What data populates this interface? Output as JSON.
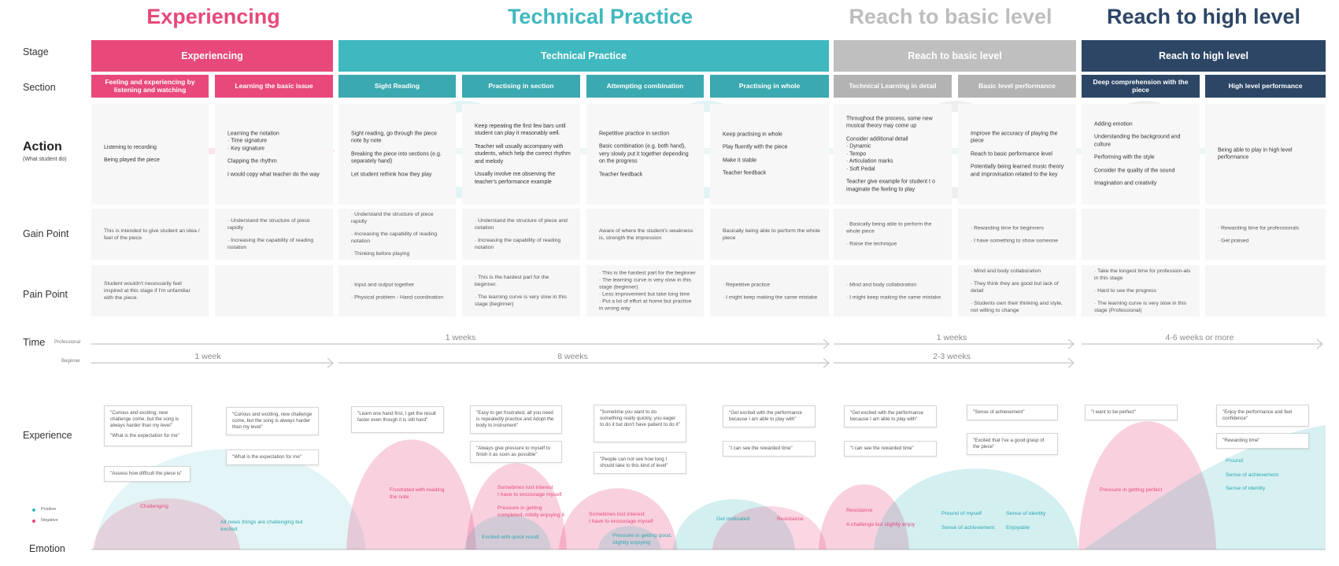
{
  "colors": {
    "experiencing": "#e8497a",
    "technical": "#3fb8bf",
    "basic": "#bfbfbf",
    "high": "#2d4666",
    "positive": "#38b6bc",
    "negative": "#e8487a"
  },
  "big_titles": [
    "Experiencing",
    "Technical Practice",
    "Reach to basic level",
    "Reach to high level"
  ],
  "row_labels": {
    "stage": "Stage",
    "section": "Section",
    "action": "Action",
    "action_sub": "(What student do)",
    "gain": "Gain Point",
    "pain": "Pain Point",
    "time": "Time",
    "professional": "Professional",
    "beginner": "Beginner",
    "experience": "Experience",
    "emotion": "Emotion"
  },
  "stages": [
    "Experiencing",
    "Technical Practice",
    "Reach to basic level",
    "Reach to high level"
  ],
  "sections": [
    "Feeling and experiencing by listening and watching",
    "Learning the basic issue",
    "Sight Reading",
    "Practising in section",
    "Attempting combination",
    "Practising in whole",
    "Technical Learning in detail",
    "Basic level performance",
    "Deep comprehension with the piece",
    "High level performance"
  ],
  "actions": [
    [
      "Listening to recording",
      "Being played the piece"
    ],
    [
      "Learning the notation\n · Time signature\n · Key signature",
      "Clapping the rhythm",
      "I would copy what teacher do the way"
    ],
    [
      "Sight reading, go through the piece note by note",
      "Breaking the piece into sections (e.g. separately hand)",
      "Let student rethink how they play"
    ],
    [
      "Keep repeating the first few bars until student can play it reasonably well.",
      "Teacher will usually accompany with students, which help the correct rhythm and melody",
      "Usually involve me observing the teacher's performance example"
    ],
    [
      "Repetitive practice in section",
      "Basic combination (e.g. both hand), very slowly put it together depending on the progress",
      "Teacher feedback"
    ],
    [
      "Keep practising in whole",
      "Play fluently with the piece",
      "Make it stable",
      "Teacher feedback"
    ],
    [
      "Throughout the process, some new musical theory may come up",
      "Consider additional detail\n · Dynamic\n · Tempo\n · Articulation marks\n · Soft Pedal",
      "Teacher give example for student t o imaginate the feeling to play"
    ],
    [
      "Improve the accuracy of playing the piece",
      "Reach to basic performance level",
      "Potentially being learned music theory and improvisation related to the key"
    ],
    [
      "Adding emotion",
      "Understanding the background and culture",
      "Performing with the style",
      "Consider the quality of the sound",
      "Imagination and creativity"
    ],
    [
      "Being able to play in high level performance"
    ]
  ],
  "gains": [
    [
      "This is intended to give student an idea / feel of the piece"
    ],
    [
      "· Understand the structure of piece rapidly",
      "· Increasing the capability of reading notation"
    ],
    [
      "· Understand the structure of piece rapidly",
      "· Increasing the capability of reading notation",
      "· Thinking before playing"
    ],
    [
      "· Understand the structure of piece and notation",
      "· Increasing the capability of reading notation"
    ],
    [
      "Aware of where the student's weakness is, strength the impression"
    ],
    [
      "Basically being able to perform the whole piece"
    ],
    [
      "· Basically being able to perform the whole piece",
      "· Raise the technique"
    ],
    [
      "· Rewarding time for beginners",
      "· I have something to show someone"
    ],
    [],
    [
      "· Rewarding time for professionals",
      "· Get praised"
    ]
  ],
  "pains": [
    [
      "Student wouldn't necessarily feel inspired at this stage if I'm unfamiliar with the piece."
    ],
    [],
    [
      "· Input and output together",
      "· Physical problem - Hand coordination"
    ],
    [
      "· This is the hardest part for the beginner.",
      "· The learning curve is very slow in this stage (beginner)"
    ],
    [
      "· This is the hardest part for the beginner\n· The learning curve is very slow in this stage (beginner)\n· Less improvement but take long time\n· Put a lot of effort at home but practise in wrong way"
    ],
    [
      "· Repetitive practice",
      "· I might keep making the same mistake"
    ],
    [
      "· Mind and body collaboration",
      "· I might keep making the same mistake"
    ],
    [
      "· Mind and body collaboration",
      "· They think they are good but lack of detail",
      "· Students own their thinking and style, not willing to change"
    ],
    [
      "· Take the longest time for profession-als in this stage",
      "· Hard to see the progress",
      "· The learning curve is very slow in this stage (Professional)"
    ],
    []
  ],
  "time": {
    "professional": [
      "1 weeks",
      "1 weeks",
      "4-6 weeks or more"
    ],
    "beginner": [
      "1 week",
      "8 weeks",
      "2-3 weeks"
    ]
  },
  "bubbles": [
    [
      "\"Curious and exciting, new challenge come, but the song is always harder than my level\"",
      "\"What is the expectation for me\""
    ],
    [
      "\"Assess how difficult the piece is\""
    ],
    [
      "\"Curious and exciting, new challenge come, but the song is always harder than my level\""
    ],
    [
      "\"What is the expectation for me\""
    ],
    [
      "\"Learn one hand first, I get the result faster even though it is still hard\""
    ],
    [
      "\"Easy to get frustrated, all you need is repeatedly practice and Adopt the body to instrument\""
    ],
    [
      "\"Always give pressure to myself to finish it as soon as possible\""
    ],
    [
      "\"Sometime you want to do something really quickly, you eager to do it but don't have patient to do it\""
    ],
    [
      "\"People can not see how long I should take to this kind of level\""
    ],
    [
      "\"Get excited with the performance because I am able to play with\""
    ],
    [
      "\"I can see the rewarded time\""
    ],
    [
      "\"Get excited with the performance because I am able to play with\""
    ],
    [
      "\"I can see the rewarded time\""
    ],
    [
      "\"Sense of achievement\""
    ],
    [
      "\"Excited that I've a good grasp of the piece\""
    ],
    [
      "\"I want to be perfect\""
    ],
    [
      "\"Enjoy the performance and feel confidence\""
    ],
    [
      "\"Rewarding time\""
    ]
  ],
  "emotions": {
    "legend_positive": "Positive",
    "legend_negative": "Negative",
    "labels": [
      "Challenging",
      "All news things are challenging but excited",
      "Frustrated with reading the note",
      "Sometimes lost interest\nI have to encourage myself\n\nPressure in getting completed, mildly enjoying it",
      "Excited with quick result",
      "Sometimes lost interest\nI have to encourage myself",
      "Pressure in getting good, slightly enjoying",
      "Get motivated",
      "Resistance",
      "Resistance\n\nA challenge but slightly enjoy",
      "Pround of myself\n\nSense of achievement",
      "Sense of identity\n\nEnjoyable",
      "Pressure in getting perfect",
      "Pround\n\nSense of achievement\n\nSense of identity"
    ]
  }
}
